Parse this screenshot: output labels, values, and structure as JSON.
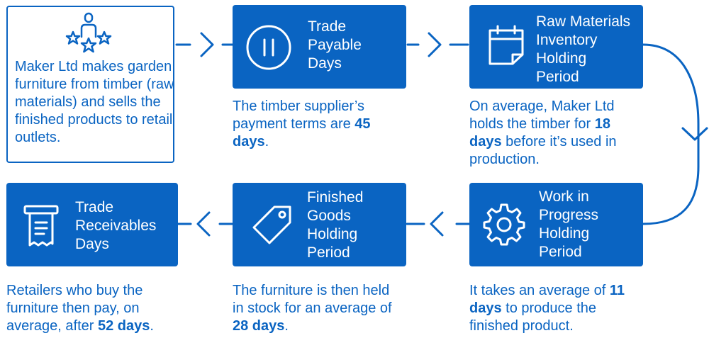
{
  "intro": {
    "text": "Maker Ltd makes garden furniture from timber (raw materials) and sells the finished products to retail outlets.",
    "icon": "person-stars-icon"
  },
  "steps": [
    {
      "title_lines": [
        "Trade",
        "Payable",
        "Days"
      ],
      "icon": "pause-icon",
      "desc_before": "The timber supplier’s payment terms are ",
      "desc_bold": "45 days",
      "desc_after": "."
    },
    {
      "title_lines": [
        "Raw Materials",
        "Inventory",
        "Holding",
        "Period"
      ],
      "icon": "calendar-icon",
      "desc_before": "On average, Maker Ltd holds the timber for ",
      "desc_bold": "18 days",
      "desc_after": " before it’s used in production."
    },
    {
      "title_lines": [
        "Work in",
        "Progress",
        "Holding",
        "Period"
      ],
      "icon": "gear-icon",
      "desc_before": "It takes an average of ",
      "desc_bold": "11 days",
      "desc_after": " to produce the finished product."
    },
    {
      "title_lines": [
        "Finished",
        "Goods",
        "Holding",
        "Period"
      ],
      "icon": "price-tag-icon",
      "desc_before": "The furniture is then held in stock for an average of ",
      "desc_bold": "28 days",
      "desc_after": "."
    },
    {
      "title_lines": [
        "Trade",
        "Receivables",
        "Days"
      ],
      "icon": "receipt-icon",
      "desc_before": "Retailers who buy the furniture then pay, on average, after ",
      "desc_bold": "52 days",
      "desc_after": "."
    }
  ],
  "colors": {
    "brand_blue": "#0a64c2",
    "box_text": "#ffffff"
  }
}
